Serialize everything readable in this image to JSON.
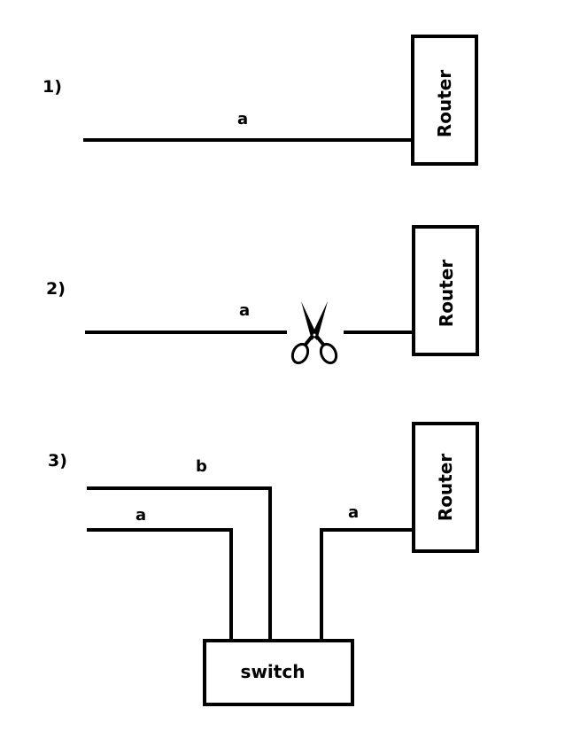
{
  "colors": {
    "ink": "#000000",
    "background": "#ffffff"
  },
  "scenarios": [
    {
      "step_label": "1)",
      "wire_labels": [
        "a"
      ],
      "router_label": "Router"
    },
    {
      "step_label": "2)",
      "wire_labels": [
        "a"
      ],
      "cut_icon": "scissors-icon",
      "router_label": "Router"
    },
    {
      "step_label": "3)",
      "wire_labels": [
        "b",
        "a",
        "a"
      ],
      "router_label": "Router",
      "switch_label": "switch"
    }
  ]
}
